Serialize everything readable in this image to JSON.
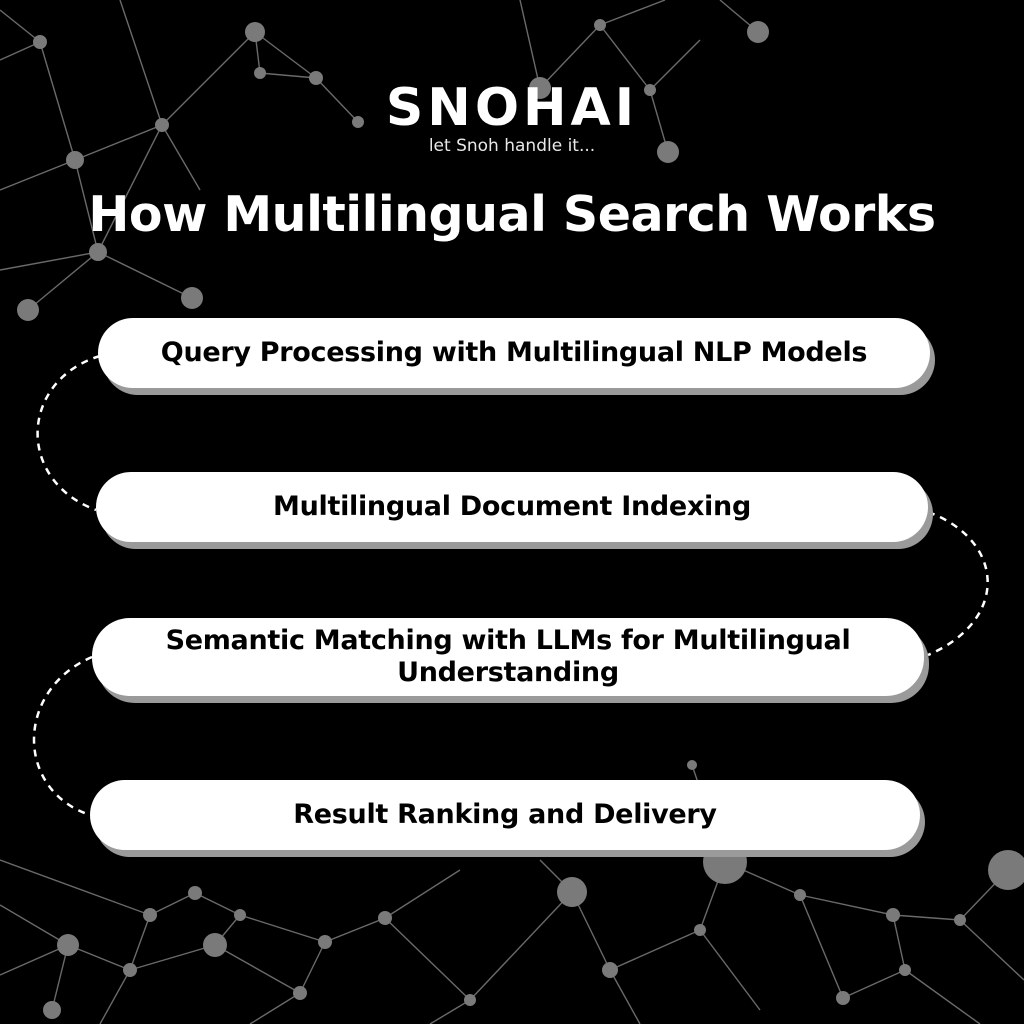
{
  "brand": {
    "name": "SNOHAI",
    "tagline": "let Snoh handle it..."
  },
  "title": "How Multilingual Search Works",
  "steps": [
    "Query Processing with Multilingual NLP Models",
    "Multilingual Document Indexing",
    "Semantic Matching with LLMs for Multilingual Understanding",
    "Result Ranking and Delivery"
  ],
  "colors": {
    "background": "#000000",
    "card": "#ffffff",
    "card_shadow": "#9a9a9a",
    "network": "#7a7a7a"
  }
}
